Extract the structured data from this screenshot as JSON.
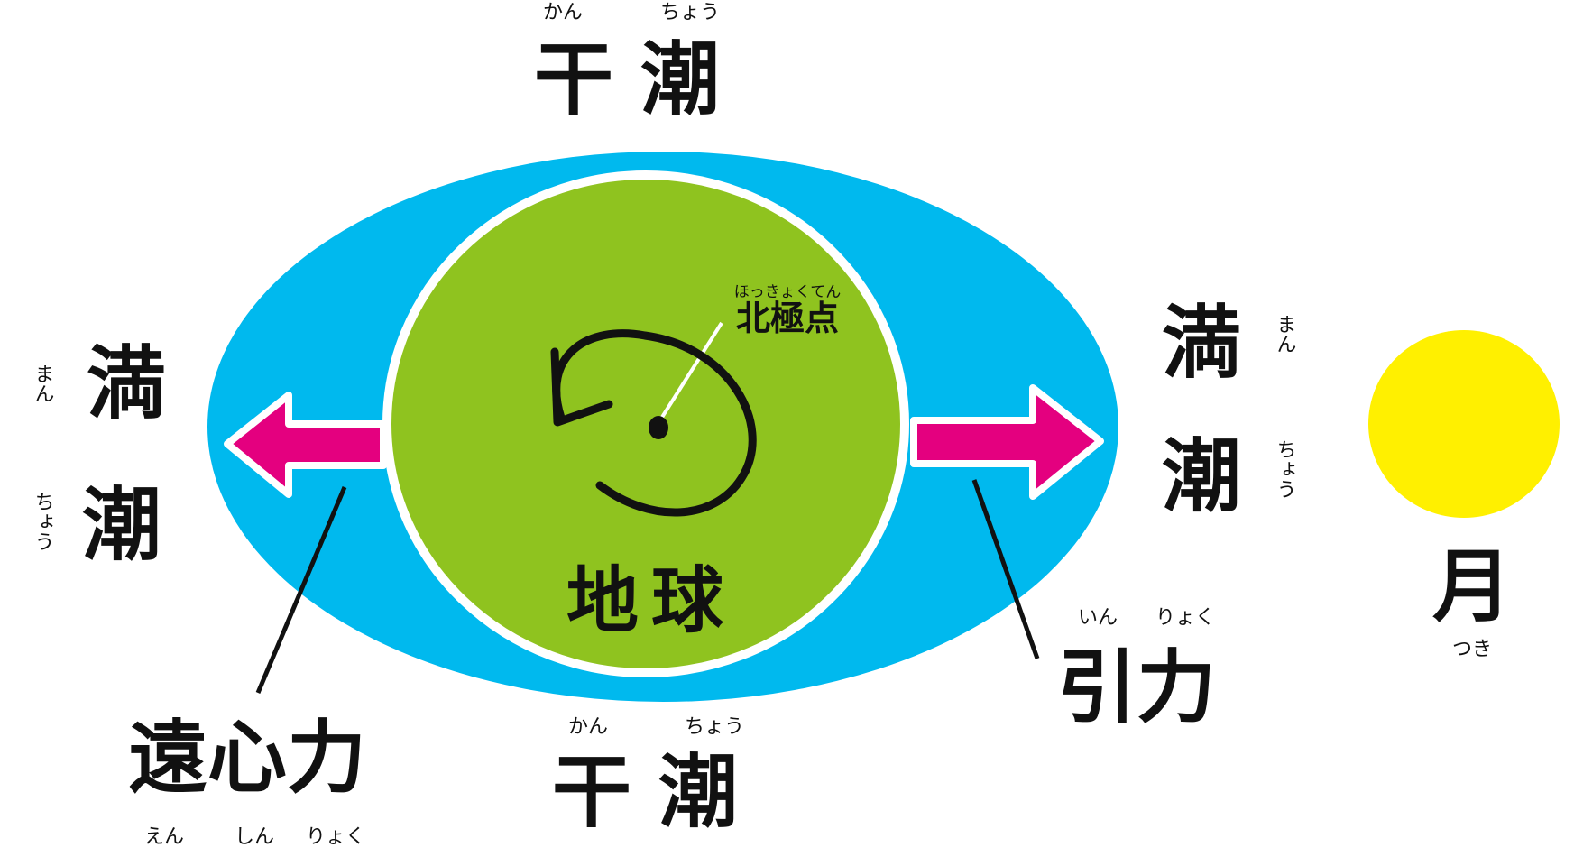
{
  "labels": {
    "low_tide_top": {
      "text": "干潮",
      "ruby": [
        "かん",
        "ちょう"
      ]
    },
    "low_tide_bottom": {
      "text": "干潮",
      "ruby": [
        "かん",
        "ちょう"
      ]
    },
    "high_tide_left": {
      "chars": [
        "満",
        "潮"
      ],
      "ruby": [
        "まん",
        "ちょう"
      ]
    },
    "high_tide_right": {
      "chars": [
        "満",
        "潮"
      ],
      "ruby": [
        "まん",
        "ちょう"
      ]
    },
    "north_pole": {
      "text": "北極点",
      "ruby": "ほっきょくてん"
    },
    "earth": {
      "text": "地球"
    },
    "centrifugal_force": {
      "text": "遠心力",
      "ruby": [
        "えん",
        "しん",
        "りょく"
      ]
    },
    "gravity": {
      "text": "引力",
      "ruby": [
        "いん",
        "りょく"
      ]
    },
    "moon": {
      "text": "月",
      "ruby": "つき"
    }
  },
  "colors": {
    "ocean": "#00b9ee",
    "earth": "#8fc31f",
    "moon": "#fff000",
    "arrow": "#e4007f",
    "ink": "#111111"
  }
}
